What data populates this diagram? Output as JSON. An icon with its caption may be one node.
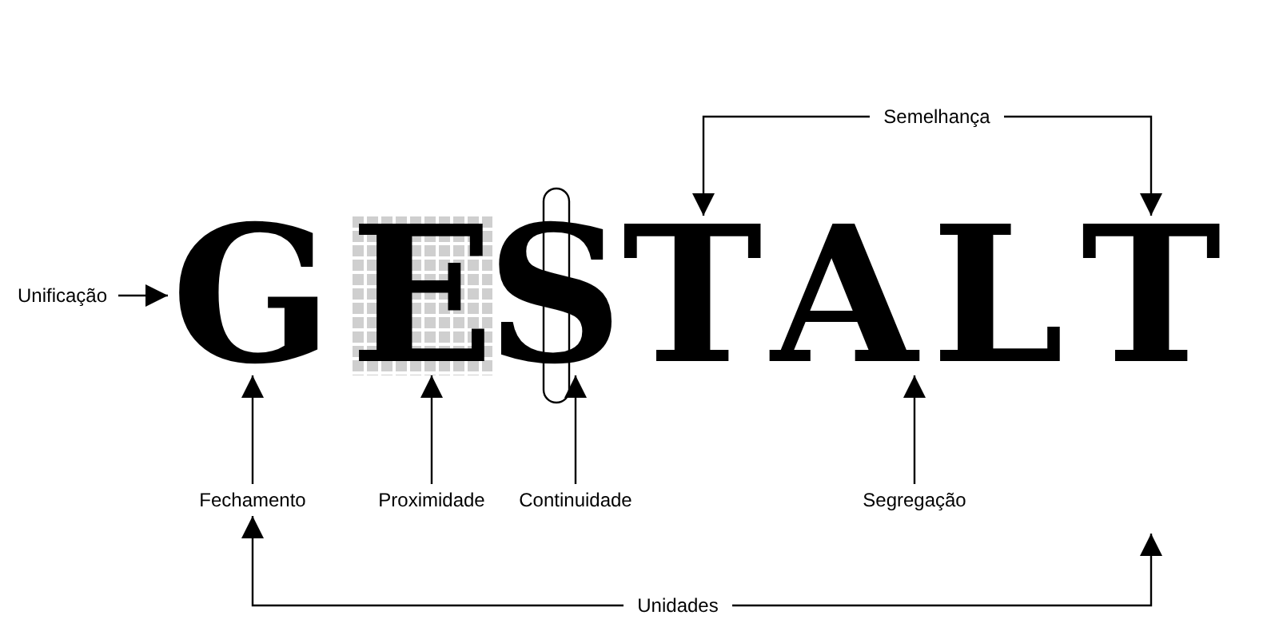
{
  "diagram": {
    "nodes": [
      {
        "text": [
          "Unificação"
        ]
      },
      {
        "text": [
          "G"
        ]
      },
      {
        "text": [
          "E"
        ]
      },
      {
        "text": [
          "S"
        ]
      },
      {
        "text": [
          "T"
        ]
      },
      {
        "text": [
          "A"
        ]
      },
      {
        "text": [
          "L"
        ]
      },
      {
        "text": [
          "T"
        ]
      },
      {
        "text": [
          "Semelhança"
        ]
      },
      {
        "text": [
          "Fechamento"
        ]
      },
      {
        "text": [
          "Proximidade"
        ]
      },
      {
        "text": [
          "Continuidade"
        ]
      },
      {
        "text": [
          "Segregação"
        ]
      },
      {
        "text": [
          "Unidades"
        ]
      }
    ],
    "edges": [
      {
        "from": 0,
        "to": 1,
        "arrow": "to"
      },
      {
        "from": 9,
        "to": 1,
        "arrow": "to"
      },
      {
        "from": 10,
        "to": 2,
        "arrow": "to"
      },
      {
        "from": 11,
        "to": 3,
        "arrow": "to"
      },
      {
        "from": 12,
        "to": 5,
        "arrow": "to"
      },
      {
        "from": 8,
        "to": 4,
        "arrow": "to"
      },
      {
        "from": 8,
        "to": 7,
        "arrow": "to"
      },
      {
        "from": 13,
        "to": 9,
        "arrow": "to"
      },
      {
        "from": 13,
        "to": null,
        "arrow": "to"
      }
    ]
  }
}
